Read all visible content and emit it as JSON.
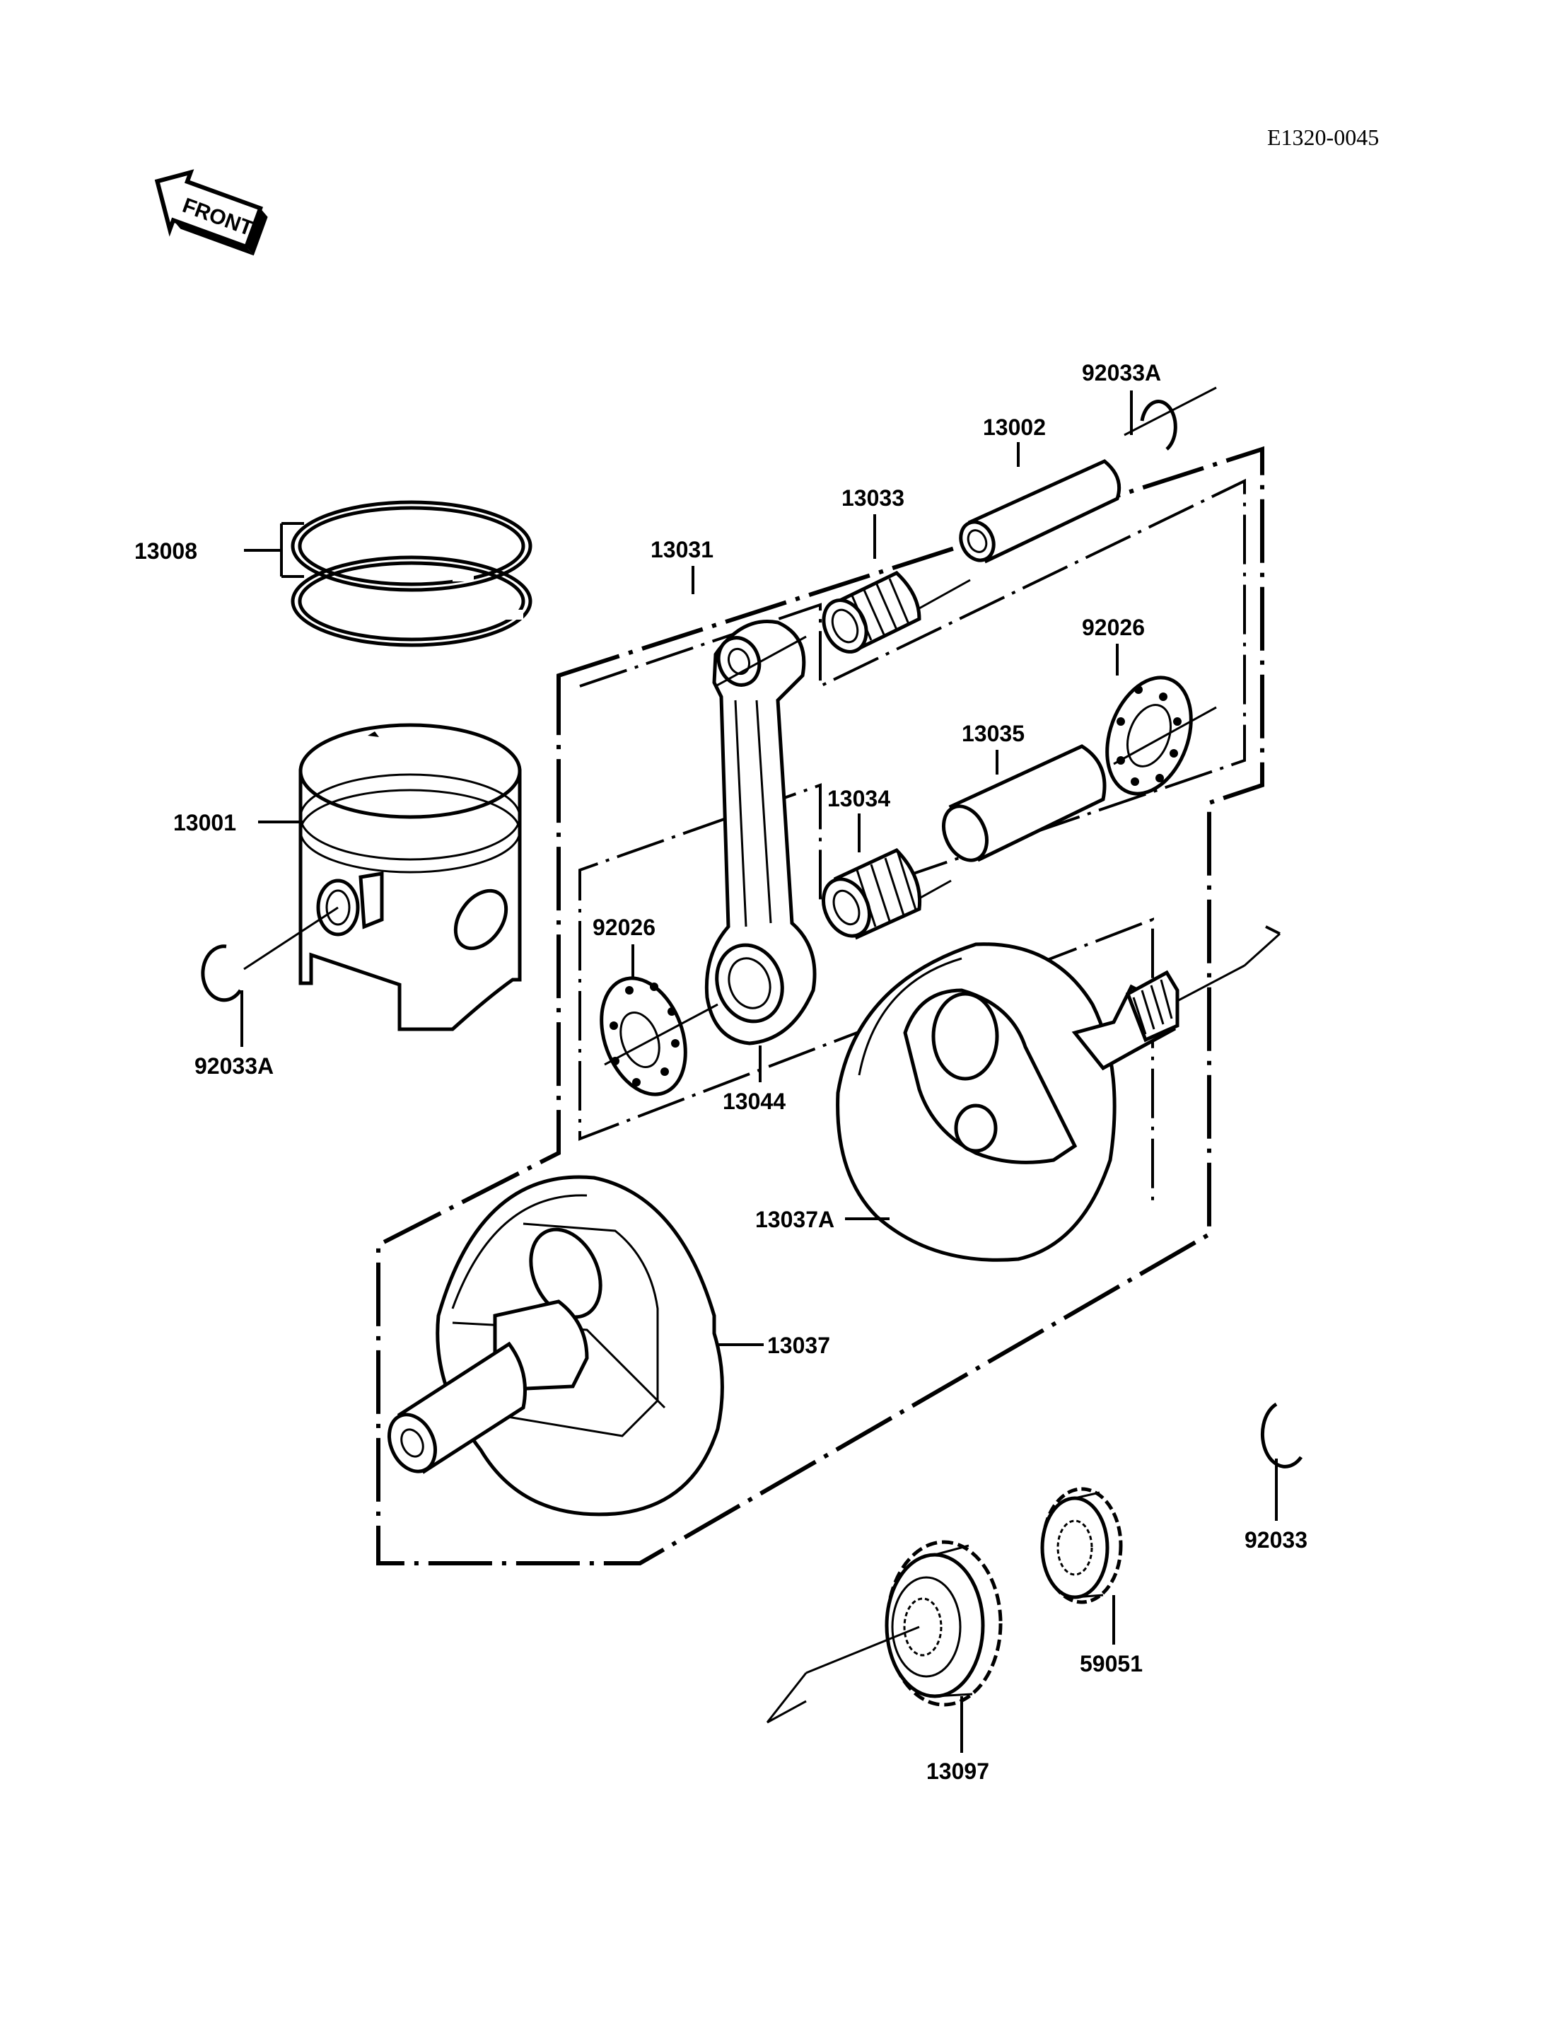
{
  "diagram_code": "E1320-0045",
  "front_label": "FRONT",
  "parts": {
    "p13008": "13008",
    "p13001": "13001",
    "p92033A_left": "92033A",
    "p92033A_top": "92033A",
    "p13002": "13002",
    "p13033": "13033",
    "p13031": "13031",
    "p92026_right": "92026",
    "p13035": "13035",
    "p13034": "13034",
    "p92026_left": "92026",
    "p13044": "13044",
    "p13037A": "13037A",
    "p13037": "13037",
    "p92033": "92033",
    "p59051": "59051",
    "p13097": "13097"
  }
}
